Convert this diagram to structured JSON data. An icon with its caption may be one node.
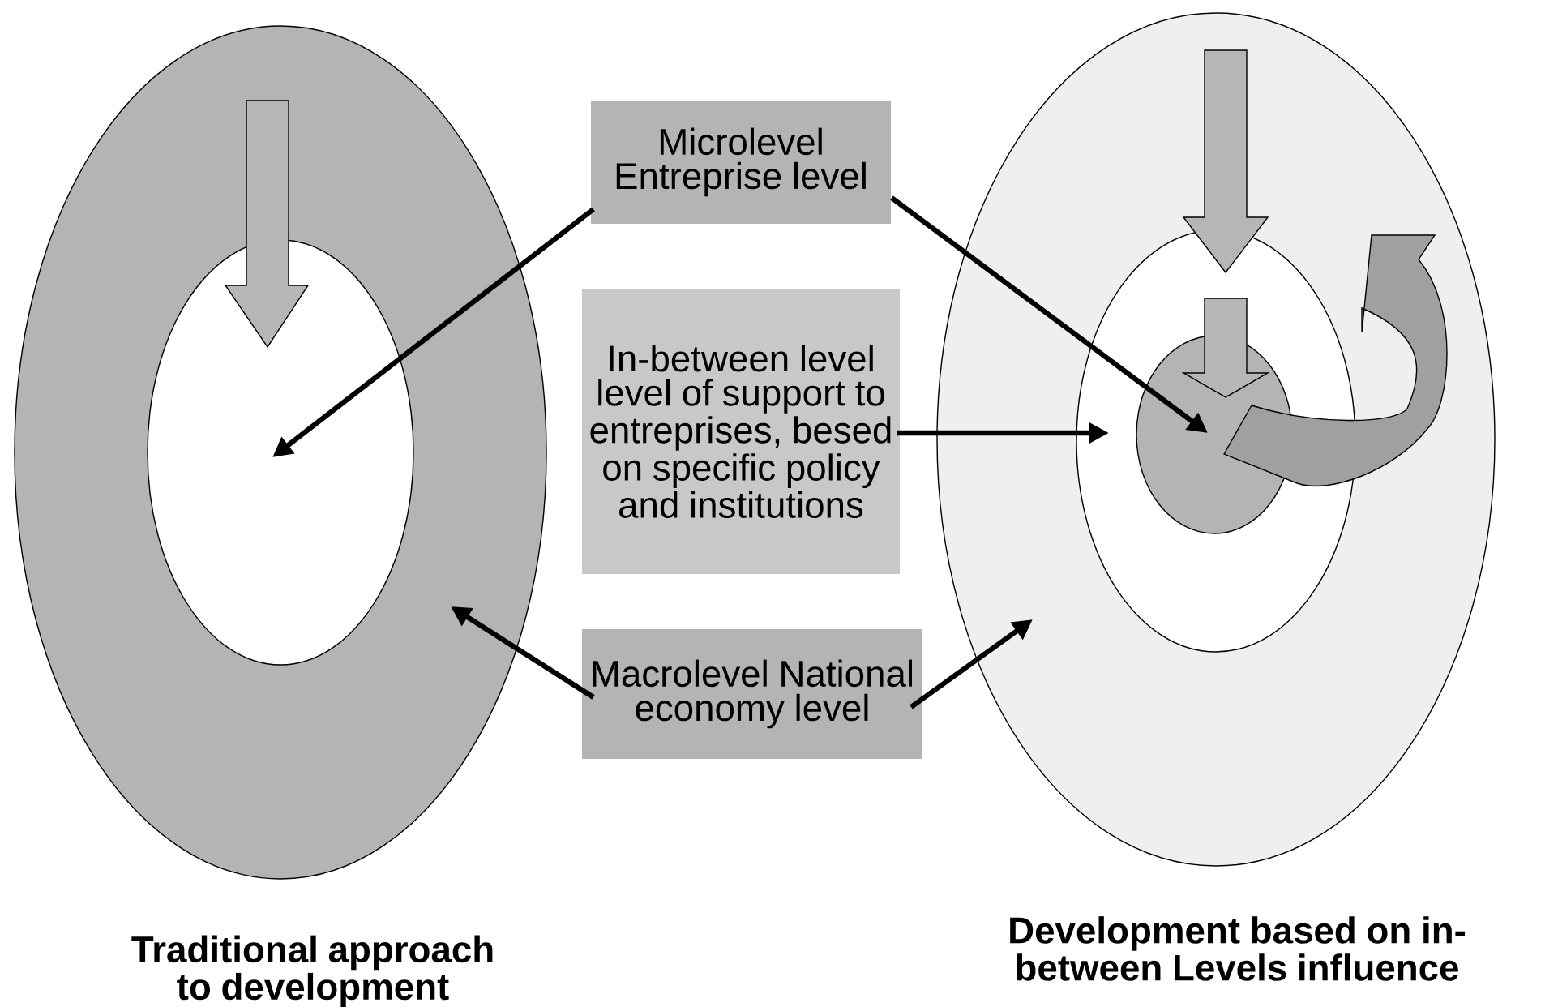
{
  "diagram": {
    "nodes": [
      {
        "text": [],
        "shape": "circle",
        "beside": [
          "Traditional approach to development"
        ]
      },
      {
        "text": [],
        "shape": "circle",
        "in": 0
      },
      {
        "text": [
          "Microlevel Entreprise level"
        ]
      },
      {
        "text": [
          "In-between level level of support to entreprises, besed on specific policy and institutions"
        ]
      },
      {
        "text": [
          "Macrolevel National economy level"
        ]
      },
      {
        "text": [],
        "shape": "circle",
        "beside": [
          "Development based on in-between Levels influence"
        ]
      },
      {
        "text": [],
        "shape": "circle",
        "in": 5
      },
      {
        "text": [],
        "shape": "circle",
        "in": 6
      }
    ],
    "edges": [
      {
        "from": 2,
        "to": 1,
        "arrow": "to"
      },
      {
        "from": 2,
        "to": 7,
        "arrow": "to"
      },
      {
        "from": 3,
        "to": 6,
        "arrow": "to"
      },
      {
        "from": 4,
        "to": 0,
        "arrow": "to"
      },
      {
        "from": 4,
        "to": 5,
        "arrow": "to"
      }
    ]
  }
}
